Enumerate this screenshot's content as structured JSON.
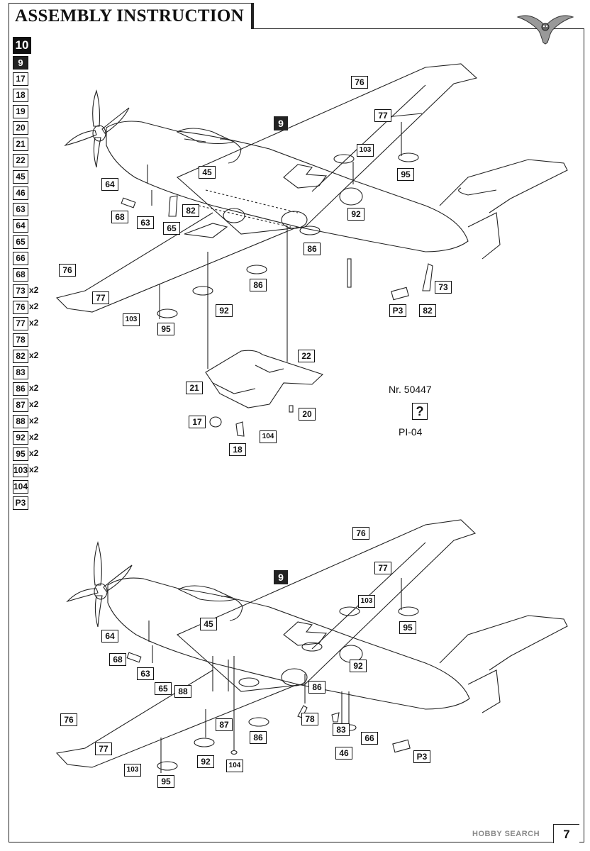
{
  "header": {
    "title": "ASSEMBLY INSTRUCTION"
  },
  "parts_list": [
    {
      "num": "10",
      "qty": "",
      "style": "big"
    },
    {
      "num": "9",
      "qty": "",
      "style": "dark"
    },
    {
      "num": "17",
      "qty": ""
    },
    {
      "num": "18",
      "qty": ""
    },
    {
      "num": "19",
      "qty": ""
    },
    {
      "num": "20",
      "qty": ""
    },
    {
      "num": "21",
      "qty": ""
    },
    {
      "num": "22",
      "qty": ""
    },
    {
      "num": "45",
      "qty": ""
    },
    {
      "num": "46",
      "qty": ""
    },
    {
      "num": "63",
      "qty": ""
    },
    {
      "num": "64",
      "qty": ""
    },
    {
      "num": "65",
      "qty": ""
    },
    {
      "num": "66",
      "qty": ""
    },
    {
      "num": "68",
      "qty": ""
    },
    {
      "num": "73",
      "qty": "x2"
    },
    {
      "num": "76",
      "qty": "x2"
    },
    {
      "num": "77",
      "qty": "x2"
    },
    {
      "num": "78",
      "qty": ""
    },
    {
      "num": "82",
      "qty": "x2"
    },
    {
      "num": "83",
      "qty": ""
    },
    {
      "num": "86",
      "qty": "x2"
    },
    {
      "num": "87",
      "qty": "x2"
    },
    {
      "num": "88",
      "qty": "x2"
    },
    {
      "num": "92",
      "qty": "x2"
    },
    {
      "num": "95",
      "qty": "x2"
    },
    {
      "num": "103",
      "qty": "x2"
    },
    {
      "num": "104",
      "qty": ""
    },
    {
      "num": "P3",
      "qty": ""
    }
  ],
  "diagram_top": {
    "step": "9",
    "callouts": [
      "76",
      "77",
      "103",
      "95",
      "45",
      "64",
      "68",
      "63",
      "65",
      "82",
      "92",
      "86",
      "73",
      "P3",
      "82",
      "76",
      "77",
      "103",
      "95",
      "86",
      "92",
      "22",
      "21",
      "20",
      "17",
      "18",
      "104"
    ]
  },
  "diagram_bottom": {
    "step": "9",
    "callouts": [
      "76",
      "77",
      "103",
      "95",
      "45",
      "64",
      "68",
      "63",
      "65",
      "88",
      "87",
      "92",
      "86",
      "78",
      "83",
      "46",
      "66",
      "P3",
      "76",
      "77",
      "103",
      "95",
      "92",
      "86",
      "104"
    ]
  },
  "kit": {
    "number": "Nr. 50447",
    "code": "PI-04",
    "paint_symbol": "?"
  },
  "footer": {
    "page": "7",
    "watermark": "HOBBY SEARCH"
  }
}
